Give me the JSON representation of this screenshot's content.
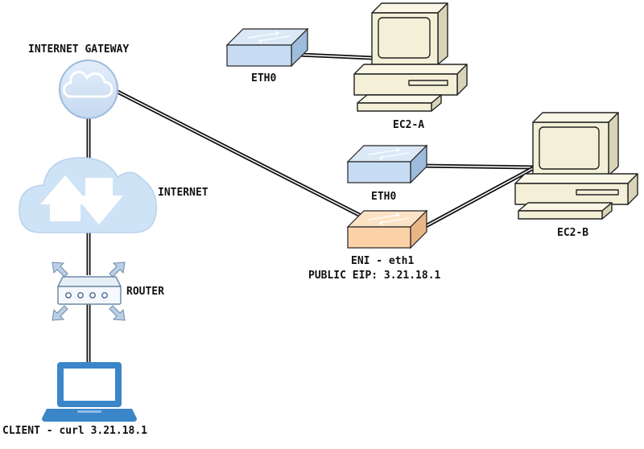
{
  "labels": {
    "gateway": "INTERNET GATEWAY",
    "internet": "INTERNET",
    "router": "ROUTER",
    "client": "CLIENT - curl 3.21.18.1",
    "eth0_a": "ETH0",
    "ec2_a": "EC2-A",
    "eth0_b": "ETH0",
    "ec2_b": "EC2-B",
    "eni_name": "ENI - eth1",
    "eni_ip": "PUBLIC EIP: 3.21.18.1"
  },
  "colors": {
    "switch_blue": "#c7dcf2",
    "switch_orange": "#fbd2a8",
    "cloud_fill": "#cfe3f6",
    "laptop": "#3a86c8",
    "monitor": "#f4f0d8",
    "link": "#111111"
  }
}
